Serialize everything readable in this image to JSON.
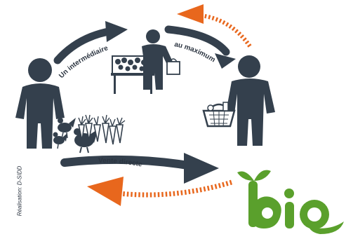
{
  "diagram": {
    "labels": {
      "intermediary": "Un intermédiaire",
      "at_most": "au maximum",
      "direct_sale": "Vente directe"
    },
    "credit": "Réalisation: D-SIDD",
    "logo_text": "bio",
    "colors": {
      "figure": "#34404d",
      "arrow_dark": "#34404d",
      "arrow_orange": "#e8671d",
      "logo_green": "#5aa02c"
    },
    "icons": [
      "producer-person-icon",
      "vendor-person-icon",
      "consumer-person-icon",
      "market-stall-icon",
      "chickens-icon",
      "carrots-icon",
      "shopping-basket-icon",
      "bio-logo-icon"
    ]
  }
}
